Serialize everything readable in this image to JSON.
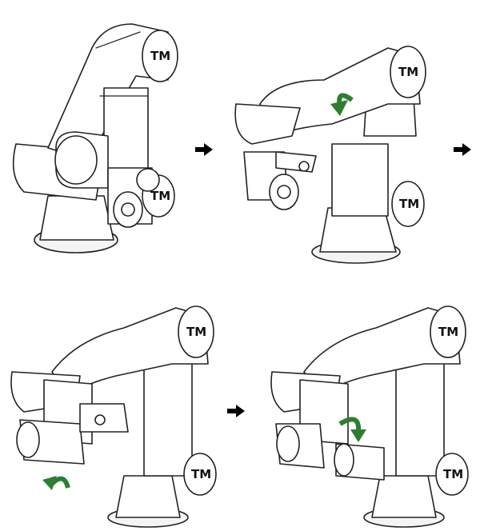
{
  "figure": {
    "panels": [
      {
        "id": "step-1",
        "logo_text": "TM"
      },
      {
        "id": "step-2",
        "logo_text": "TM",
        "rotation_hint": "counter-clockwise"
      },
      {
        "id": "step-3",
        "logo_text": "TM",
        "rotation_hint": "counter-clockwise"
      },
      {
        "id": "step-4",
        "logo_text": "TM",
        "rotation_hint": "clockwise"
      }
    ],
    "arrows": [
      "right",
      "right",
      "right"
    ],
    "colors": {
      "line": "#222222",
      "accent": "#2e7d32",
      "arrow": "#000000",
      "background": "#ffffff"
    },
    "icons": [
      "step-arrow-icon",
      "rotate-arrow-icon",
      "tm-logo-icon"
    ]
  }
}
